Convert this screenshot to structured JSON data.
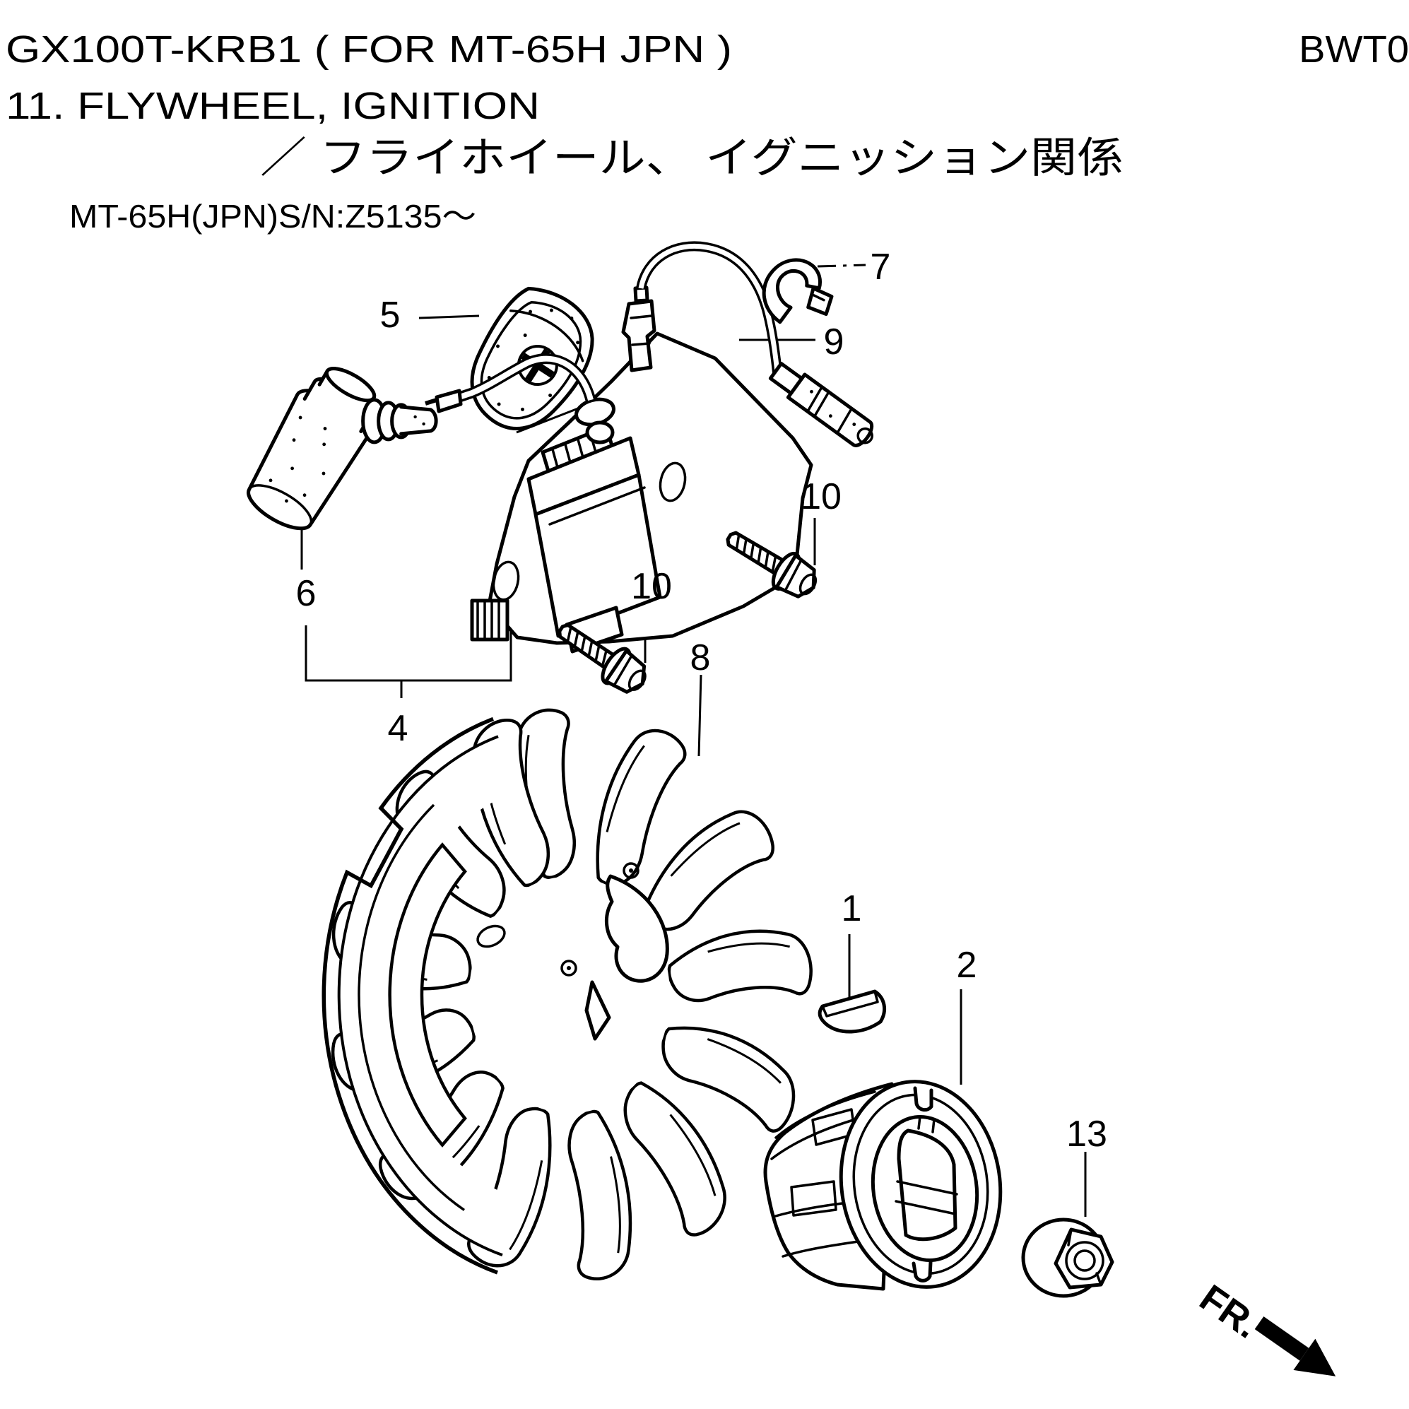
{
  "page": {
    "model_title": "GX100T-KRB1 ( FOR MT-65H JPN )",
    "page_code": "BWT0",
    "section_title": "11. FLYWHEEL, IGNITION",
    "section_title_jp": "／ フライホイール、 イグニッション関係",
    "serial_note": "MT-65H(JPN)S/N:Z5135～",
    "front_label": "FR."
  },
  "diagram": {
    "callouts": [
      "5",
      "7",
      "9",
      "10",
      "10",
      "6",
      "8",
      "4",
      "1",
      "2",
      "13"
    ]
  }
}
